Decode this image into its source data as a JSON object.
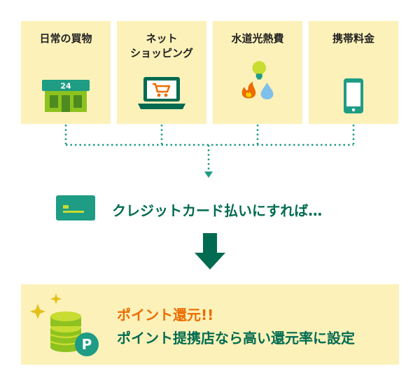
{
  "categories": [
    {
      "label": "日常の買物",
      "icon": "convenience-store-icon",
      "badge": "24"
    },
    {
      "label": "ネット\nショッピング",
      "icon": "laptop-cart-icon"
    },
    {
      "label": "水道光熱費",
      "icon": "utilities-icon"
    },
    {
      "label": "携帯料金",
      "icon": "smartphone-icon"
    }
  ],
  "credit": {
    "text": "クレジットカード払いにすれば…",
    "icon": "credit-card-icon"
  },
  "result": {
    "highlight": "ポイント還元!!",
    "detail": "ポイント提携店なら高い還元率に設定",
    "icon": "point-coins-icon",
    "coin_letter": "P"
  },
  "colors": {
    "card_bg": "#fcf1b9",
    "green": "#006b50",
    "bright_green": "#8dc21f",
    "orange": "#ec6c00",
    "teal": "#1e9c84"
  }
}
